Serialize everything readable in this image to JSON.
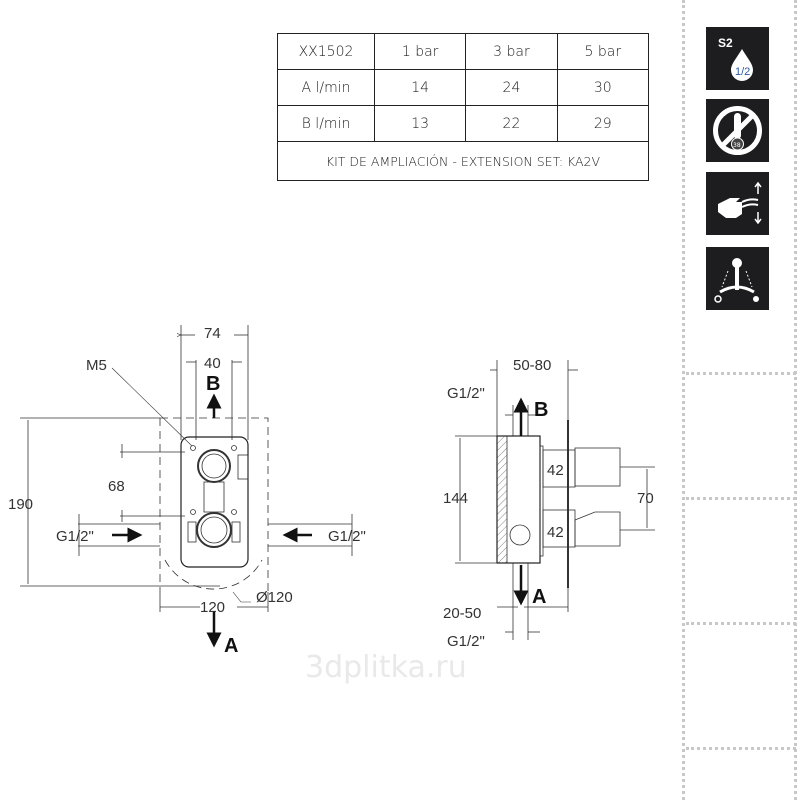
{
  "spec_table": {
    "header": [
      "XX1502",
      "1 bar",
      "3 bar",
      "5 bar"
    ],
    "rows": [
      [
        "A  l/min",
        "14",
        "24",
        "30"
      ],
      [
        "B  l/min",
        "13",
        "22",
        "29"
      ]
    ],
    "footer": "KIT DE AMPLIACIÓN - EXTENSION SET: KA2V"
  },
  "icons": [
    {
      "name": "s2-half-drop-icon",
      "label": "S2",
      "sub": "1/2"
    },
    {
      "name": "no-thermostat-icon",
      "label": "38"
    },
    {
      "name": "hand-flow-adjust-icon"
    },
    {
      "name": "hot-cold-lever-icon"
    }
  ],
  "front_view": {
    "dim_74": "74",
    "dim_40": "40",
    "m5": "M5",
    "flow_b": "B",
    "flow_a": "A",
    "dim_190": "190",
    "dim_68": "68",
    "inlet_left": "G1/2\"",
    "inlet_right": "G1/2\"",
    "dim_120": "120",
    "dia_120": "Ø120"
  },
  "side_view": {
    "dim_50_80": "50-80",
    "g_top": "G1/2\"",
    "flow_b": "B",
    "dim_144": "144",
    "handle_top": "42",
    "handle_bottom": "42",
    "dim_70": "70",
    "flow_a": "A",
    "dim_20_50": "20-50",
    "g_bottom": "G1/2\""
  },
  "watermark": "3dplitka.ru"
}
